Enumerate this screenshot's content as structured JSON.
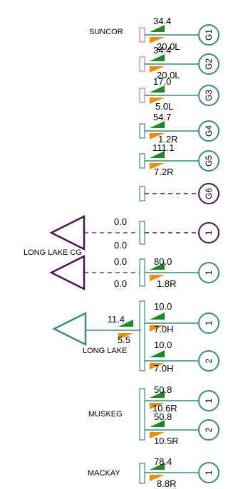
{
  "colors": {
    "teal": "#3a8a83",
    "purple": "#4a1450",
    "pink": "#e87878",
    "green": "#1f8a1f",
    "orange": "#f08c00"
  },
  "sites": [
    {
      "name": "SUNCOR",
      "label": "SUNCOR"
    },
    {
      "name": "LONG LAKE CG",
      "label": "LONG LAKE CG"
    },
    {
      "name": "LONG LAKE",
      "label": "LONG LAKE"
    },
    {
      "name": "MUSKEG",
      "label": "MUSKEG"
    },
    {
      "name": "MACKAY",
      "label": "MACKAY"
    }
  ],
  "units": [
    {
      "id": "suncor-g1",
      "gen_label": "G1",
      "mw": "34.4",
      "mvar": "20.0L",
      "breaker": "pink",
      "line": "teal",
      "circle": "teal"
    },
    {
      "id": "suncor-g2",
      "gen_label": "G2",
      "mw": "34.4",
      "mvar": "20.0L",
      "breaker": "pink",
      "line": "teal",
      "circle": "teal"
    },
    {
      "id": "suncor-g3",
      "gen_label": "G3",
      "mw": "17.0",
      "mvar": "5.0L",
      "breaker": "pink",
      "line": "teal",
      "circle": "teal"
    },
    {
      "id": "suncor-g4",
      "gen_label": "G4",
      "mw": "54.7",
      "mvar": "1.2R",
      "breaker": "teal",
      "line": "teal",
      "circle": "teal"
    },
    {
      "id": "suncor-g5",
      "gen_label": "G5",
      "mw": "111.1",
      "mvar": "7.2R",
      "breaker": "teal",
      "line": "teal",
      "circle": "teal"
    },
    {
      "id": "suncor-g6",
      "gen_label": "G6",
      "mw": "",
      "mvar": "",
      "breaker": "teal",
      "line": "purple-dashed",
      "circle": "purple"
    },
    {
      "id": "llcg-1",
      "gen_label": "1",
      "mw": "",
      "mvar": "",
      "breaker": "teal",
      "line": "purple-dashed",
      "circle": "purple"
    },
    {
      "id": "llcg-2",
      "gen_label": "1",
      "mw": "80.0",
      "mvar": "1.8R",
      "breaker": "teal",
      "line": "teal",
      "circle": "teal"
    },
    {
      "id": "ll-1",
      "gen_label": "1",
      "mw": "10.0",
      "mvar": "7.0H",
      "breaker": "teal",
      "line": "teal",
      "circle": "teal"
    },
    {
      "id": "ll-2",
      "gen_label": "2",
      "mw": "10.0",
      "mvar": "7.0H",
      "breaker": "teal",
      "line": "teal",
      "circle": "teal"
    },
    {
      "id": "muskeg-1",
      "gen_label": "1",
      "mw": "50.8",
      "mvar": "10.6R",
      "breaker": "teal",
      "line": "teal",
      "circle": "teal"
    },
    {
      "id": "muskeg-2",
      "gen_label": "2",
      "mw": "50.8",
      "mvar": "10.5R",
      "breaker": "teal",
      "line": "teal",
      "circle": "teal"
    },
    {
      "id": "mackay-1",
      "gen_label": "1",
      "mw": "78.4",
      "mvar": "8.8R",
      "breaker": "teal",
      "line": "teal",
      "circle": "teal"
    }
  ],
  "loads": [
    {
      "id": "llcg-load-1",
      "mw": "0.0",
      "mvar": "0.0"
    },
    {
      "id": "llcg-load-2",
      "mw": "0.0",
      "mvar": "0.0"
    },
    {
      "id": "ll-load",
      "mw": "11.4",
      "mvar": "5.5"
    }
  ]
}
